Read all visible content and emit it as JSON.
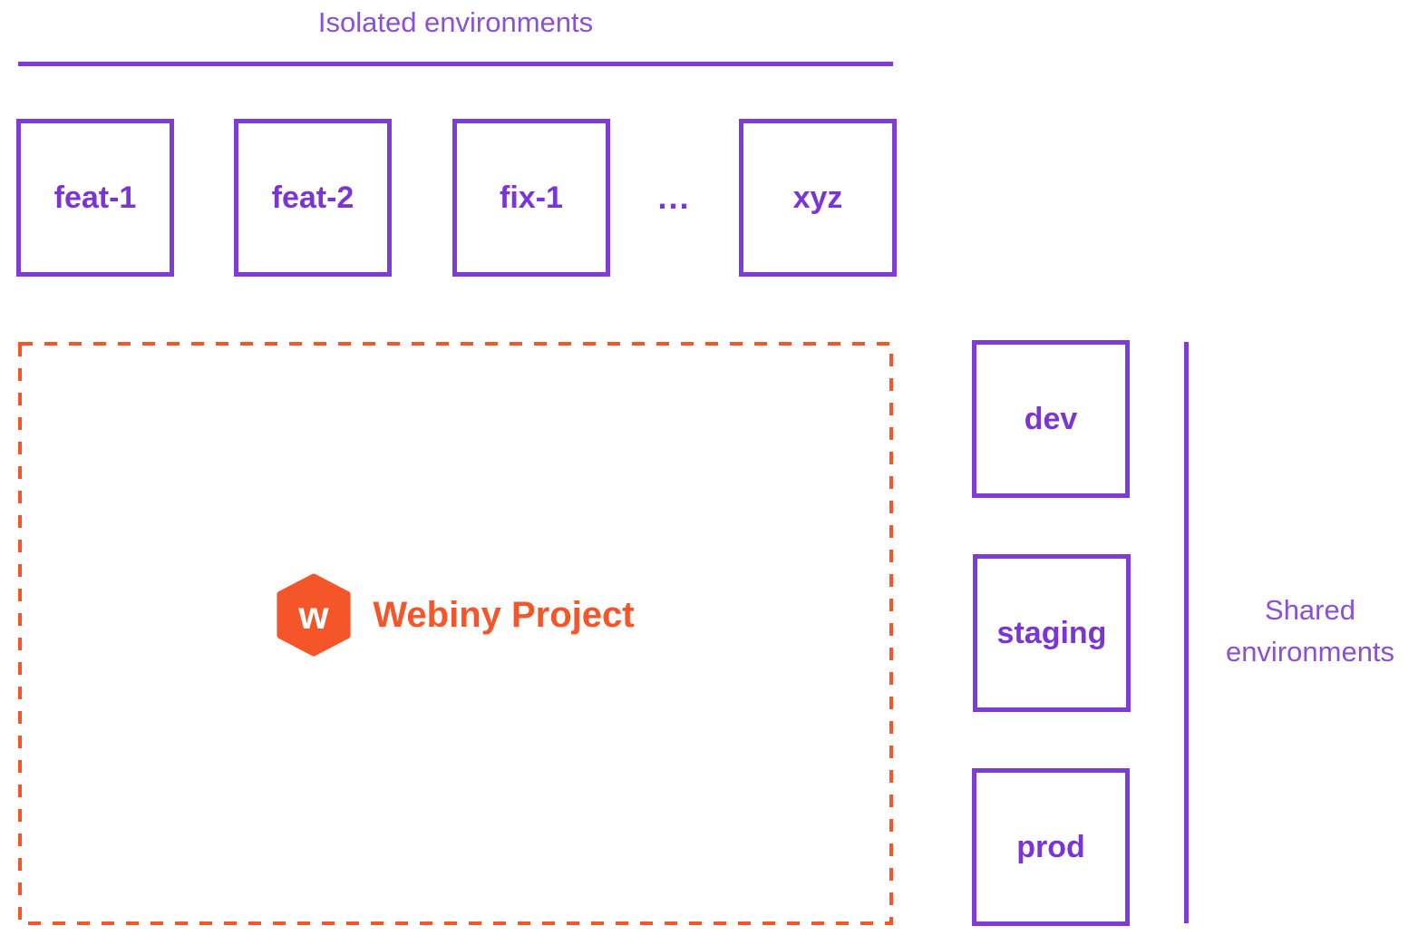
{
  "diagram": {
    "isolated": {
      "label": "Isolated environments",
      "boxes": [
        "feat-1",
        "feat-2",
        "fix-1",
        "xyz"
      ],
      "ellipsis": "..."
    },
    "project": {
      "name": "Webiny Project",
      "logo_letter": "w"
    },
    "shared": {
      "label": "Shared environments",
      "boxes": [
        "dev",
        "staging",
        "prod"
      ]
    }
  },
  "colors": {
    "purple": "#7d3bd8",
    "purple_text": "#7b35d6",
    "label_purple": "#8a51d8",
    "orange": "#f4562a",
    "bg": "#ffffff"
  }
}
